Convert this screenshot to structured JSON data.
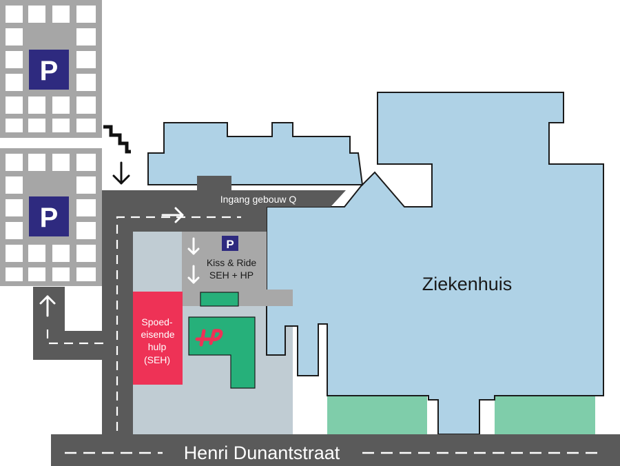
{
  "map": {
    "parking_sign": "P",
    "kiss_ride_sign": "P",
    "labels": {
      "entrance_q": "Ingang gebouw Q",
      "kiss_ride_line1": "Kiss & Ride",
      "kiss_ride_line2": "SEH + HP",
      "hospital": "Ziekenhuis",
      "seh_line1": "Spoed-",
      "seh_line2": "eisende",
      "seh_line3": "hulp",
      "seh_line4": "(SEH)",
      "hp_logo": "HP",
      "street": "Henri Dunantstraat"
    }
  },
  "colors": {
    "road": "#5a5a5a",
    "parking_grid": "#a6a6a6",
    "parking_sign": "#2e2a7f",
    "hospital": "#afd2e6",
    "kiss_ride_area": "#a8a8a8",
    "courtyard": "#c0ccd3",
    "seh": "#ee3256",
    "green_building": "#26b07a",
    "light_green": "#7fcdaa"
  },
  "icons": [
    "parking-sign-icon",
    "stairs-icon",
    "arrow-down-icon",
    "arrow-right-icon",
    "arrow-up-icon",
    "huisartsenpost-logo-icon"
  ]
}
